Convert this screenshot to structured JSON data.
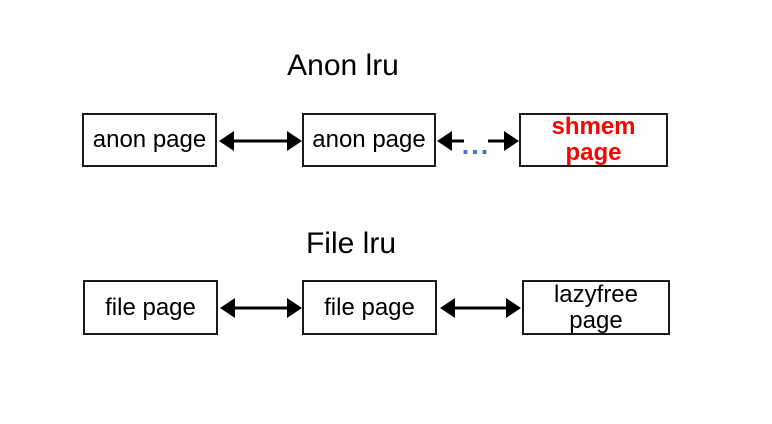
{
  "diagram": {
    "anon": {
      "title": "Anon lru",
      "nodes": [
        "anon page",
        "anon page",
        "shmem page"
      ],
      "ellipsis": "..."
    },
    "file": {
      "title": "File lru",
      "nodes": [
        "file page",
        "file page",
        "lazyfree page"
      ]
    },
    "colors": {
      "text": "#000000",
      "box_border": "#1a1a1a",
      "arrow": "#000000",
      "ellipsis_blue": "#4472c4",
      "shmem_red": "#ff0000"
    }
  }
}
